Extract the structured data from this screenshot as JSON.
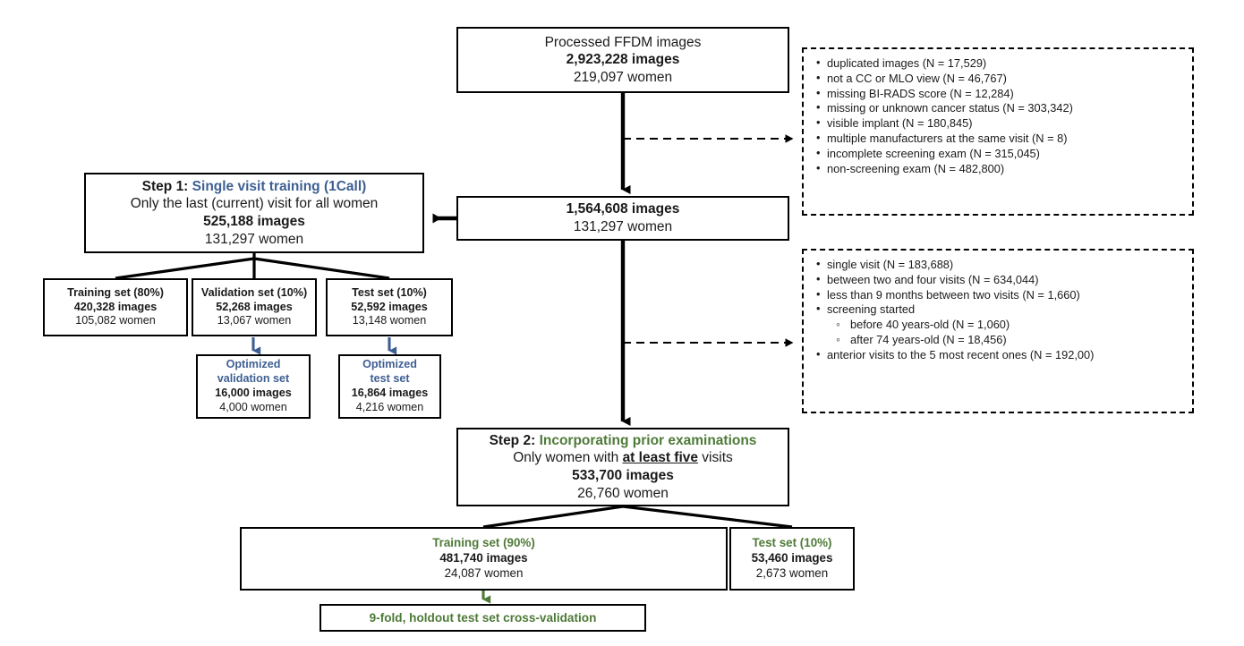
{
  "colors": {
    "blue": "#3e5f93",
    "green": "#4e7a37",
    "black": "#000000",
    "background": "#ffffff"
  },
  "chart_data": {
    "type": "diagram",
    "title": "FFDM dataset construction flowchart",
    "nodes": [
      {
        "id": "source",
        "label": "Processed FFDM images",
        "images": "2,923,228 images",
        "women": "219,097 women"
      },
      {
        "id": "filtered",
        "images": "1,564,608 images",
        "women": "131,297 women"
      },
      {
        "id": "step1",
        "images": "525,188 images",
        "women": "131,297 women"
      },
      {
        "id": "step2",
        "images": "533,700 images",
        "women": "26,760 women"
      }
    ]
  },
  "boxes": {
    "source": {
      "line1": "Processed FFDM images",
      "images": "2,923,228 images",
      "women": "219,097 women"
    },
    "filtered": {
      "images": "1,564,608 images",
      "women": "131,297 women"
    },
    "step1": {
      "step_label": "Step 1:",
      "step_title": "Single visit training (1Call)",
      "subtitle": "Only the last (current) visit for all women",
      "images": "525,188 images",
      "women": "131,297 women"
    },
    "step2": {
      "step_label": "Step 2:",
      "step_title": "Incorporating prior examinations",
      "subtitle_pre": "Only women with ",
      "subtitle_emph": "at least five",
      "subtitle_post": " visits",
      "images": "533,700 images",
      "women": "26,760 women"
    },
    "training_80": {
      "title": "Training set (80%)",
      "images": "420,328 images",
      "women": "105,082 women"
    },
    "validation_10": {
      "title": "Validation set (10%)",
      "images": "52,268 images",
      "women": "13,067 women"
    },
    "test_10": {
      "title": "Test set (10%)",
      "images": "52,592 images",
      "women": "13,148 women"
    },
    "optimized_validation": {
      "title_line1": "Optimized",
      "title_line2": "validation set",
      "images": "16,000 images",
      "women": "4,000 women"
    },
    "optimized_test": {
      "title_line1": "Optimized",
      "title_line2": "test set",
      "images": "16,864 images",
      "women": "4,216 women"
    },
    "training_90": {
      "title": "Training set (90%)",
      "images": "481,740 images",
      "women": "24,087 women"
    },
    "test_10_step2": {
      "title": "Test set (10%)",
      "images": "53,460 images",
      "women": "2,673 women"
    },
    "cross_validation": {
      "title": "9-fold, holdout test set cross-validation"
    }
  },
  "exclusions_1": {
    "items": [
      {
        "text": "duplicated images (N = 17,529)",
        "level": 0
      },
      {
        "text": "not a CC or MLO view (N = 46,767)",
        "level": 0
      },
      {
        "text": "missing BI-RADS score (N = 12,284)",
        "level": 0
      },
      {
        "text": "missing or unknown cancer status (N = 303,342)",
        "level": 0
      },
      {
        "text": "visible implant (N = 180,845)",
        "level": 0
      },
      {
        "text": "multiple manufacturers at the same visit (N = 8)",
        "level": 0
      },
      {
        "text": "incomplete screening exam (N = 315,045)",
        "level": 0
      },
      {
        "text": "non-screening exam (N = 482,800)",
        "level": 0
      }
    ]
  },
  "exclusions_2": {
    "items": [
      {
        "text": "single visit (N = 183,688)",
        "level": 0
      },
      {
        "text": "between two and four visits (N = 634,044)",
        "level": 0
      },
      {
        "text": "less than 9 months between two visits (N = 1,660)",
        "level": 0
      },
      {
        "text": "screening started",
        "level": 0
      },
      {
        "text": "before 40 years-old (N = 1,060)",
        "level": 1
      },
      {
        "text": "after 74 years-old (N = 18,456)",
        "level": 1
      },
      {
        "text": "anterior visits to the 5 most recent ones (N = 192,00)",
        "level": 0
      }
    ]
  }
}
